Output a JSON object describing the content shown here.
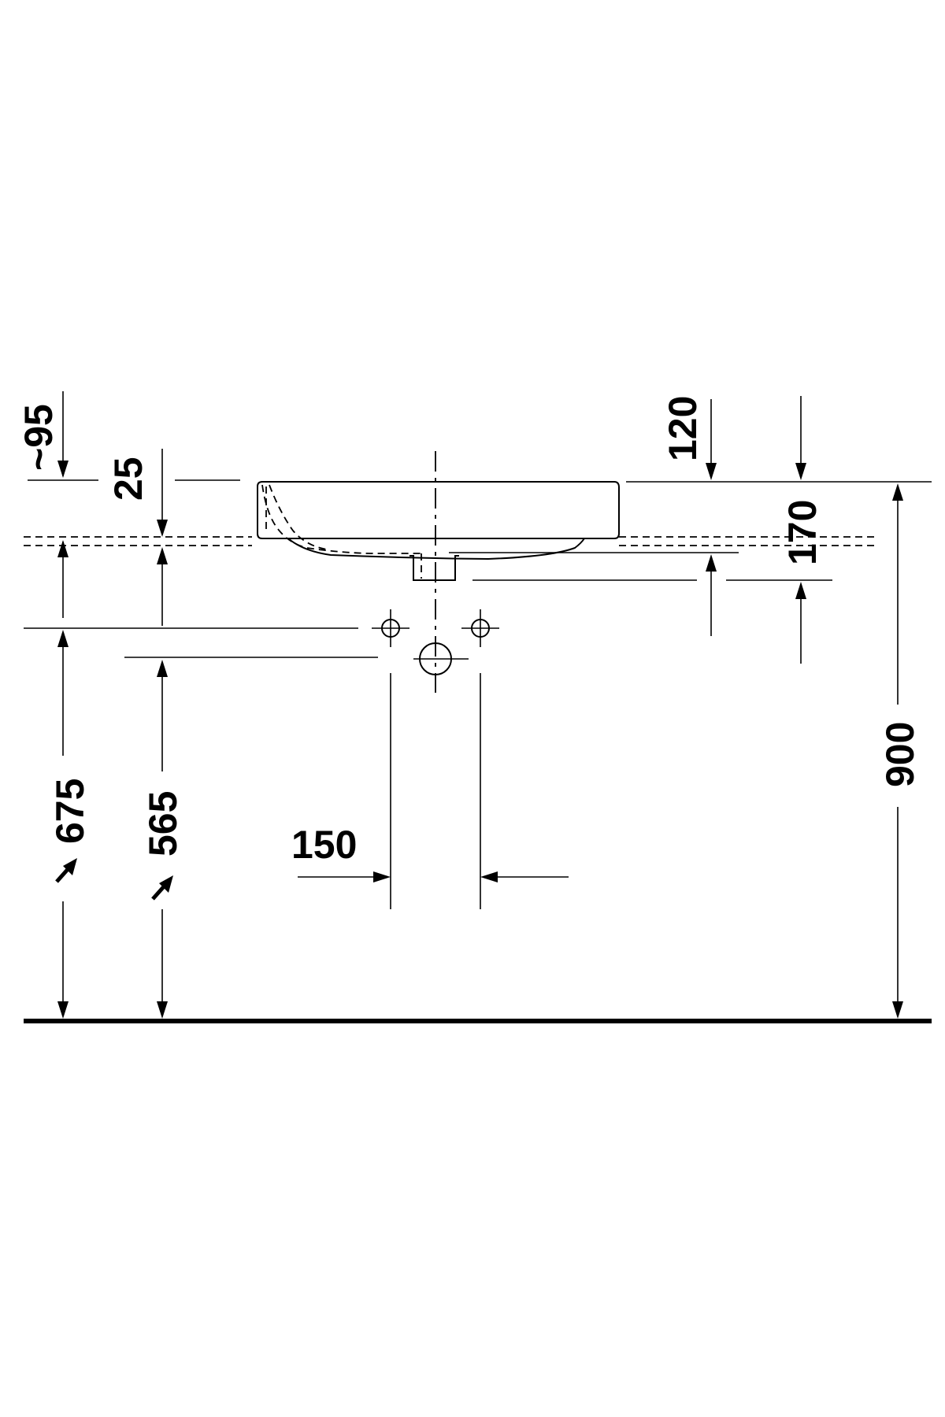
{
  "drawing": {
    "dimensions": {
      "d_95": "~95",
      "d_25": "25",
      "d_120": "120",
      "d_170": "170",
      "d_900": "900",
      "d_675": "675",
      "d_565": "565",
      "d_150": "150"
    },
    "line_color": "#000000",
    "background": "#ffffff"
  }
}
